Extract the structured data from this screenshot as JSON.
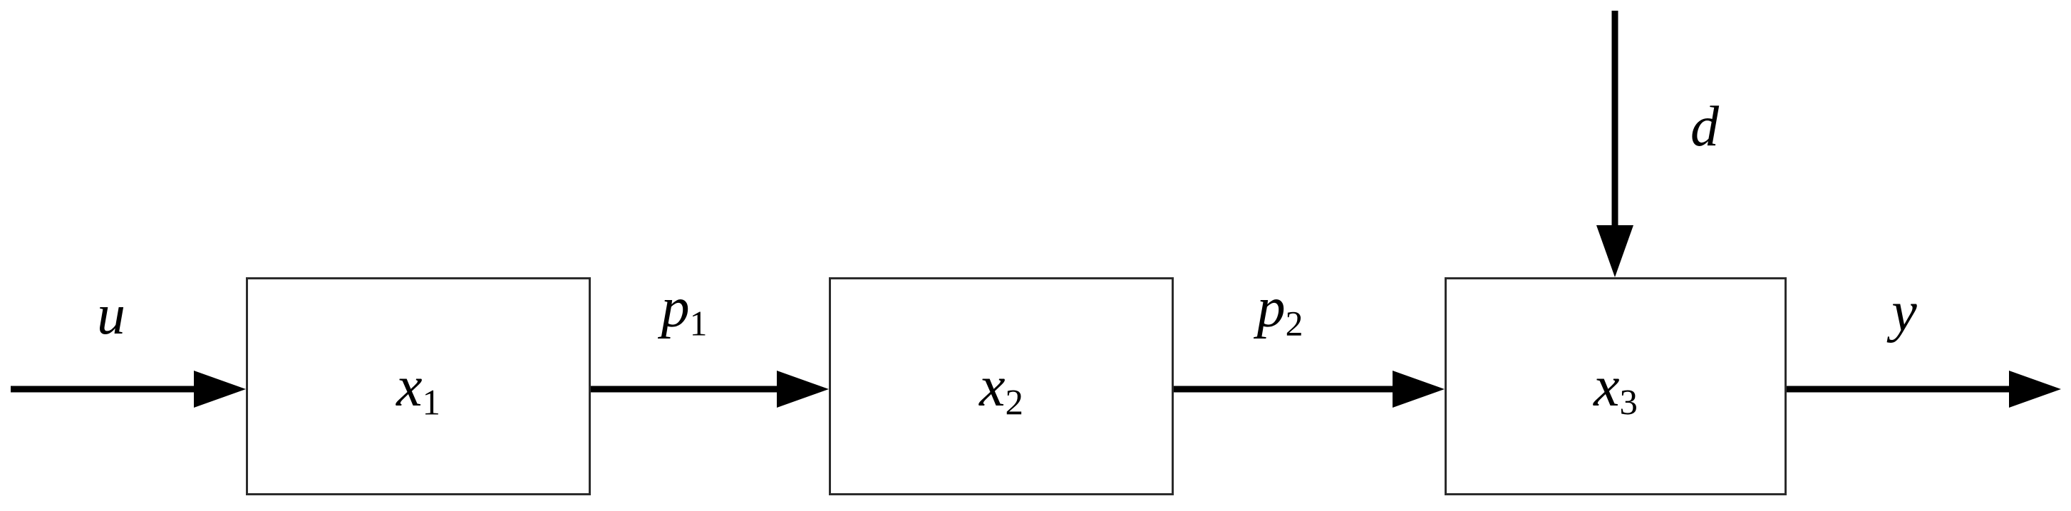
{
  "diagram": {
    "type": "block-diagram",
    "colors": {
      "stroke": "#000000",
      "box_border": "#2b2b2b",
      "background": "#ffffff"
    },
    "blocks": [
      {
        "base": "x",
        "sub": "1"
      },
      {
        "base": "x",
        "sub": "2"
      },
      {
        "base": "x",
        "sub": "3"
      }
    ],
    "signals": {
      "input": {
        "base": "u",
        "sub": ""
      },
      "p1": {
        "base": "p",
        "sub": "1"
      },
      "p2": {
        "base": "p",
        "sub": "2"
      },
      "disturbance": {
        "base": "d",
        "sub": ""
      },
      "output": {
        "base": "y",
        "sub": ""
      }
    },
    "edges": [
      {
        "from": "input",
        "to": "x1",
        "label": "u"
      },
      {
        "from": "x1",
        "to": "x2",
        "label": "p1"
      },
      {
        "from": "x2",
        "to": "x3",
        "label": "p2"
      },
      {
        "from": "disturbance",
        "to": "x3",
        "label": "d"
      },
      {
        "from": "x3",
        "to": "output",
        "label": "y"
      }
    ]
  }
}
